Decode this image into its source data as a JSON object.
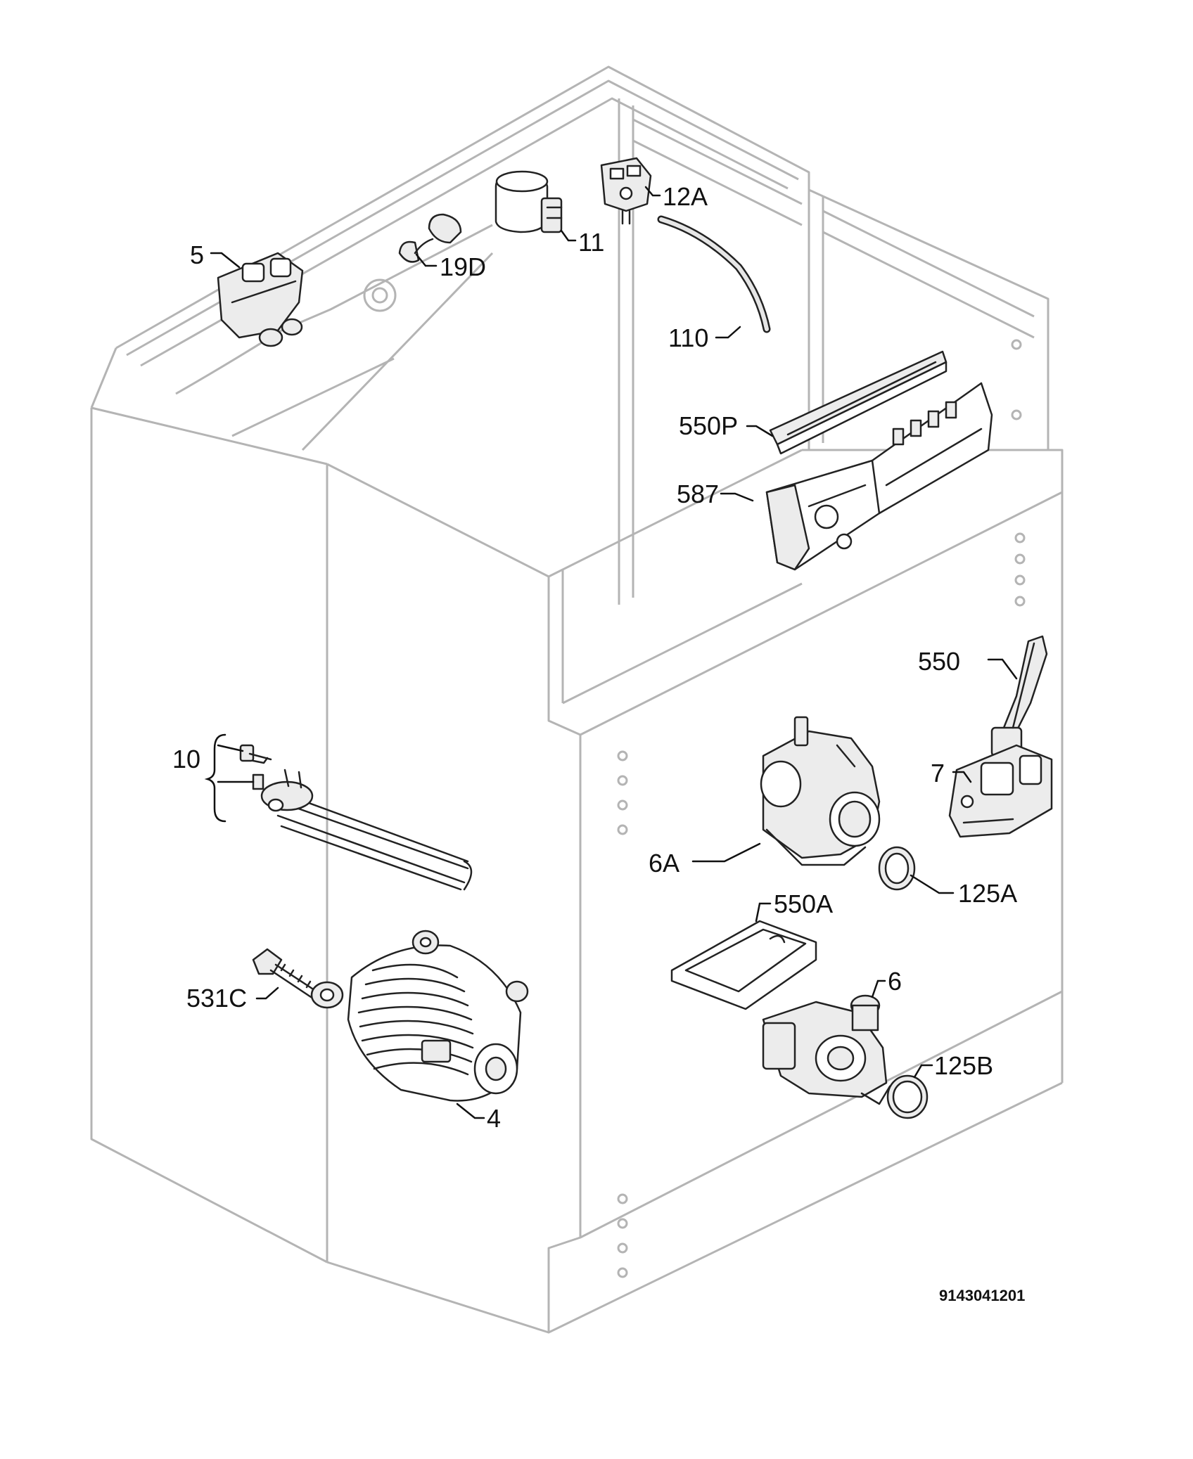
{
  "labels": {
    "p5": "5",
    "p19D": "19D",
    "p11": "11",
    "p12A": "12A",
    "p110": "110",
    "p550P": "550P",
    "p587": "587",
    "p550": "550",
    "p7": "7",
    "p10": "10",
    "p6A": "6A",
    "p125A": "125A",
    "p550A": "550A",
    "p6": "6",
    "p125B": "125B",
    "p531C": "531C",
    "p4": "4"
  },
  "drawing_number": "9143041201"
}
